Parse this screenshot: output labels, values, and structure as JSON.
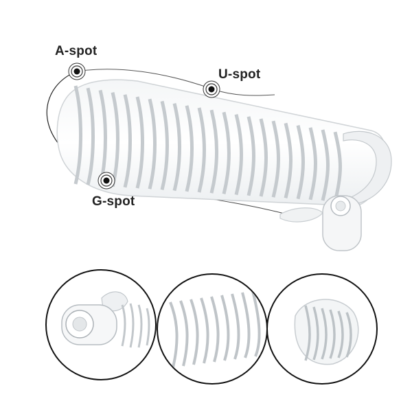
{
  "labels": {
    "a_spot": "A-spot",
    "u_spot": "U-spot",
    "g_spot": "G-spot"
  },
  "icons": [
    "target-icon",
    "target-icon",
    "target-icon"
  ],
  "colors": {
    "background": "#ffffff",
    "outline": "#111111",
    "label_text": "#222222",
    "product_edge": "#cfd3d6"
  }
}
